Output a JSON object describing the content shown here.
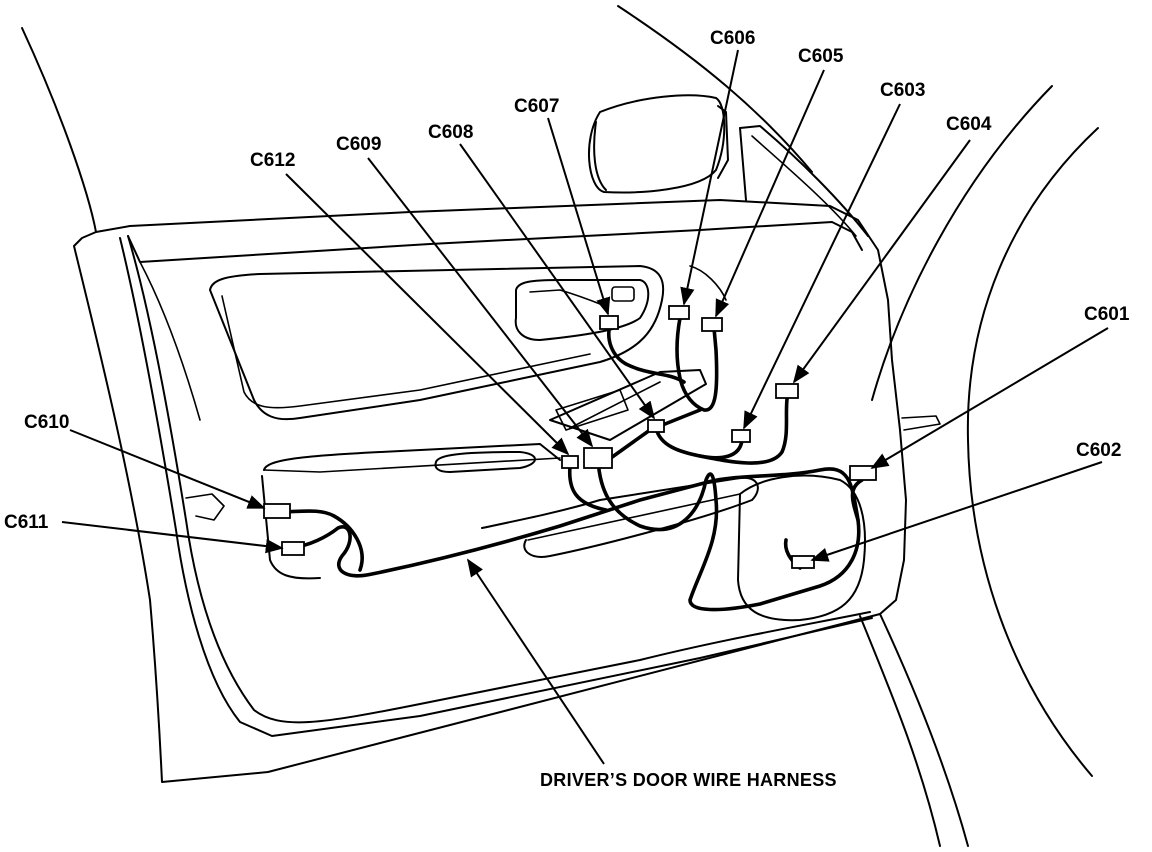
{
  "connectors": [
    {
      "id": "c606",
      "label": "C606"
    },
    {
      "id": "c605",
      "label": "C605"
    },
    {
      "id": "c603",
      "label": "C603"
    },
    {
      "id": "c607",
      "label": "C607"
    },
    {
      "id": "c604",
      "label": "C604"
    },
    {
      "id": "c608",
      "label": "C608"
    },
    {
      "id": "c609",
      "label": "C609"
    },
    {
      "id": "c612",
      "label": "C612"
    },
    {
      "id": "c601",
      "label": "C601"
    },
    {
      "id": "c610",
      "label": "C610"
    },
    {
      "id": "c602",
      "label": "C602"
    },
    {
      "id": "c611",
      "label": "C611"
    }
  ],
  "harness_label": "DRIVER’S DOOR WIRE HARNESS"
}
